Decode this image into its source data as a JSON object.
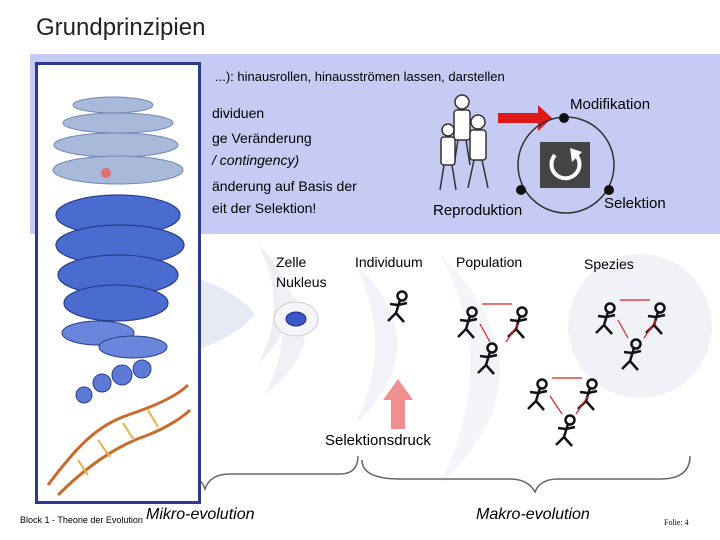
{
  "title": "Grundprinzipien",
  "panel": {
    "line1": "...): hinausrollen, hinausströmen lassen, darstellen",
    "line2": "dividuen",
    "line3": "ge Veränderung",
    "line4": "/ contingency)",
    "line5": "änderung auf Basis der",
    "line6": "eit der Selektion!"
  },
  "cycle": {
    "modifikation": "Modifikation",
    "reproduktion": "Reproduktion",
    "selektion": "Selektion"
  },
  "levels": {
    "zelle": "Zelle",
    "nukleus": "Nukleus",
    "individuum": "Individuum",
    "population": "Population",
    "spezies": "Spezies"
  },
  "pressure_label": "Selektionsdruck",
  "micro_label": "Mikro-evolution",
  "macro_label": "Makro-evolution",
  "footer": {
    "left": "Block 1 - Theorie der Evolution",
    "right": "Folie: 4"
  },
  "colors": {
    "panel": "#c6cbf4",
    "frame": "#2b3a8f",
    "arrow_red": "#e01818",
    "pressure_arrow": "#ef8f8f",
    "nucleus": "#3a56c8"
  }
}
